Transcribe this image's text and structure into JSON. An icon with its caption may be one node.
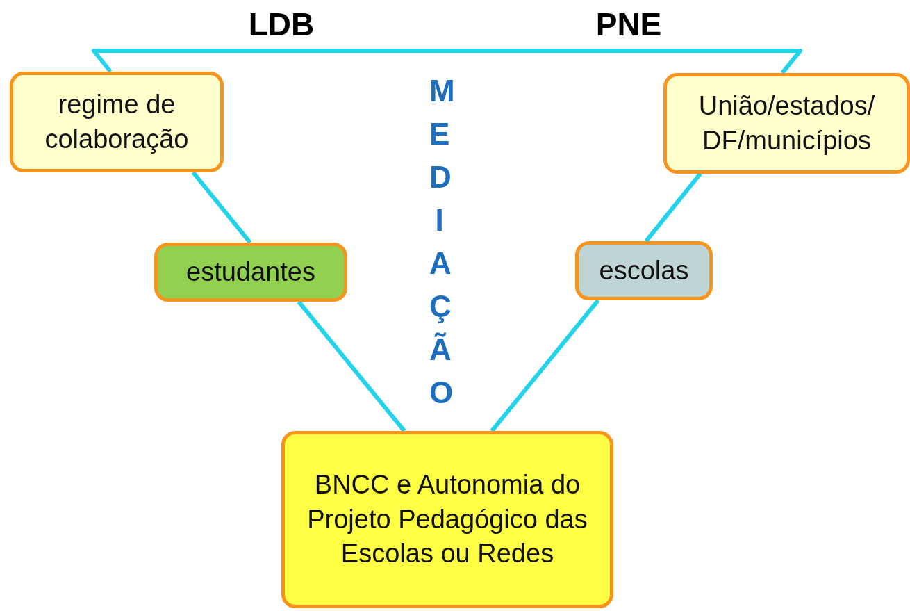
{
  "diagram": {
    "nodes": [
      {
        "text": [
          "regime de colaboração"
        ]
      },
      {
        "text": [
          "estudantes"
        ]
      },
      {
        "text": [
          "União/estados/ DF/municípios"
        ]
      },
      {
        "text": [
          "escolas"
        ]
      },
      {
        "text": [
          "BNCC e Autonomia do Projeto Pedagógico das Escolas ou Redes"
        ]
      }
    ],
    "edges": [
      {
        "from": 0,
        "to": 1,
        "arrow": "none"
      },
      {
        "from": 1,
        "to": 4,
        "arrow": "none"
      },
      {
        "from": 2,
        "to": 3,
        "arrow": "none"
      },
      {
        "from": 3,
        "to": 4,
        "arrow": "none"
      }
    ],
    "labels": [
      "LDB",
      "PNE",
      "MEDIAÇÃO"
    ]
  }
}
